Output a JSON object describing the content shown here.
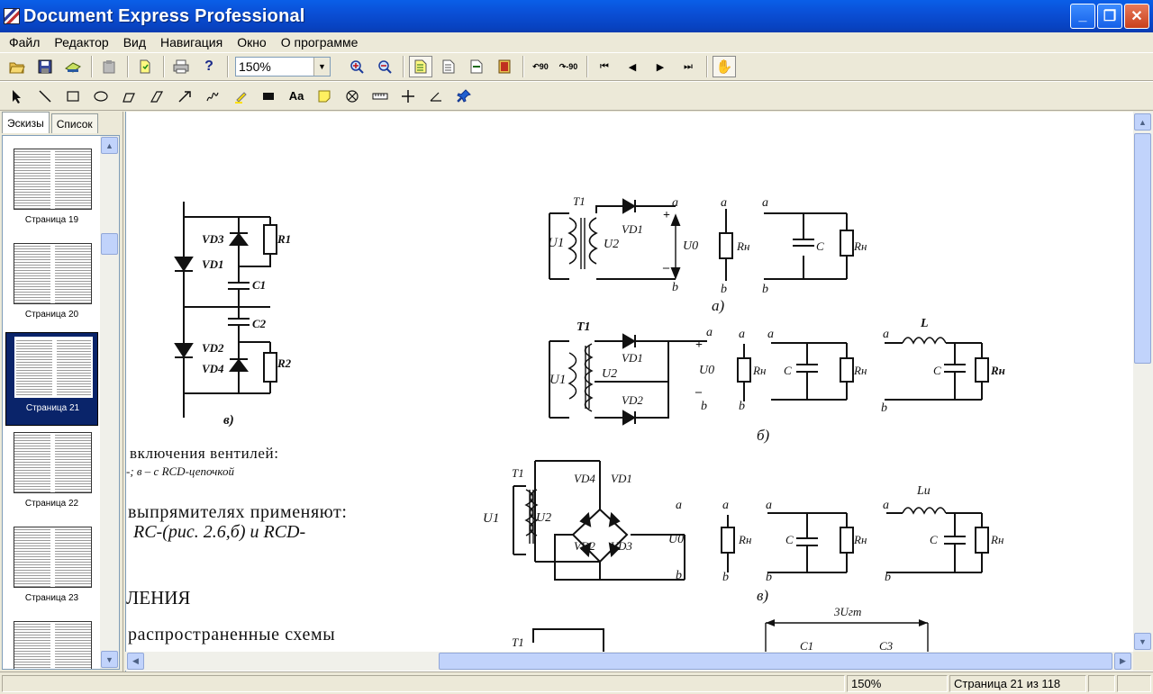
{
  "window": {
    "title": "Document Express Professional"
  },
  "menu": [
    "Файл",
    "Редактор",
    "Вид",
    "Навигация",
    "Окно",
    "О программе"
  ],
  "toolbar": {
    "zoom": "150%"
  },
  "sidebar": {
    "tabs": [
      "Эскизы",
      "Список"
    ],
    "thumbnails": [
      "Страница 19",
      "Страница 20",
      "Страница 21",
      "Страница 22",
      "Страница 23"
    ],
    "selected": "Страница 21"
  },
  "document": {
    "text_lines": [
      "включения вентилей:",
      "-;  в – с  RCD-цепочкой",
      "выпрямителях применяют:",
      "RC-(рис. 2.6,б)  и    RCD-",
      "ЛЕНИЯ",
      "распространенные    схемы"
    ],
    "labels": {
      "vd1": "VD1",
      "vd2": "VD2",
      "vd3": "VD3",
      "vd4": "VD4",
      "r1": "R1",
      "r2": "R2",
      "c1": "C1",
      "c2": "C2",
      "v": "в)",
      "t1": "T1",
      "u1": "U1",
      "u2": "U2",
      "u0": "U0",
      "rn": "Rн",
      "a": "a",
      "b": "b",
      "c": "C",
      "l": "L",
      "lu": "Lи",
      "fig_a": "а)",
      "fig_b": "б)",
      "fig_v": "в)",
      "plus": "+",
      "minus": "–",
      "three_u": "3Uгт",
      "c1b": "C1",
      "c3": "C3"
    }
  },
  "status": {
    "zoom": "150%",
    "page": "Страница 21 из 118"
  }
}
